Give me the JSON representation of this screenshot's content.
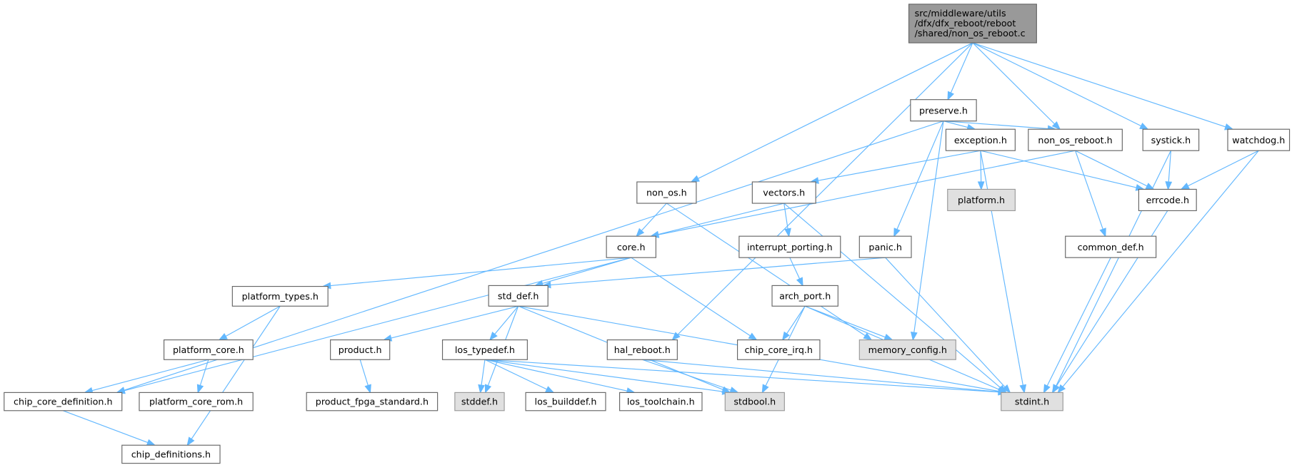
{
  "graph": {
    "root_lines": [
      "src/middleware/utils",
      "/dfx/dfx_reboot/reboot",
      "/shared/non_os_reboot.c"
    ],
    "nodes": {
      "preserve": "preserve.h",
      "exception": "exception.h",
      "non_os_reboot": "non_os_reboot.h",
      "systick": "systick.h",
      "watchdog": "watchdog.h",
      "platform": "platform.h",
      "errcode": "errcode.h",
      "non_os": "non_os.h",
      "vectors": "vectors.h",
      "core": "core.h",
      "interrupt_porting": "interrupt_porting.h",
      "panic": "panic.h",
      "common_def": "common_def.h",
      "platform_types": "platform_types.h",
      "std_def": "std_def.h",
      "arch_port": "arch_port.h",
      "platform_core": "platform_core.h",
      "product": "product.h",
      "los_typedef": "los_typedef.h",
      "hal_reboot": "hal_reboot.h",
      "chip_core_irq": "chip_core_irq.h",
      "memory_config": "memory_config.h",
      "chip_core_definition": "chip_core_definition.h",
      "platform_core_rom": "platform_core_rom.h",
      "product_fpga_standard": "product_fpga_standard.h",
      "stddef": "stddef.h",
      "los_builddef": "los_builddef.h",
      "los_toolchain": "los_toolchain.h",
      "stdbool": "stdbool.h",
      "stdint": "stdint.h",
      "chip_definitions": "chip_definitions.h"
    },
    "external_nodes": [
      "platform",
      "memory_config",
      "stddef",
      "stdbool",
      "stdint"
    ],
    "edges": [
      [
        "root",
        "preserve"
      ],
      [
        "root",
        "non_os_reboot"
      ],
      [
        "root",
        "systick"
      ],
      [
        "root",
        "watchdog"
      ],
      [
        "root",
        "non_os"
      ],
      [
        "root",
        "hal_reboot"
      ],
      [
        "preserve",
        "exception"
      ],
      [
        "preserve",
        "non_os_reboot"
      ],
      [
        "preserve",
        "chip_core_definition"
      ],
      [
        "preserve",
        "panic"
      ],
      [
        "preserve",
        "memory_config"
      ],
      [
        "exception",
        "platform"
      ],
      [
        "exception",
        "errcode"
      ],
      [
        "exception",
        "stdint"
      ],
      [
        "exception",
        "vectors"
      ],
      [
        "non_os_reboot",
        "core"
      ],
      [
        "non_os_reboot",
        "errcode"
      ],
      [
        "non_os_reboot",
        "common_def"
      ],
      [
        "systick",
        "errcode"
      ],
      [
        "systick",
        "stdint"
      ],
      [
        "watchdog",
        "errcode"
      ],
      [
        "watchdog",
        "stdint"
      ],
      [
        "errcode",
        "stdint"
      ],
      [
        "common_def",
        "stdint"
      ],
      [
        "non_os",
        "core"
      ],
      [
        "non_os",
        "memory_config"
      ],
      [
        "vectors",
        "core"
      ],
      [
        "vectors",
        "interrupt_porting"
      ],
      [
        "vectors",
        "stdint"
      ],
      [
        "interrupt_porting",
        "arch_port"
      ],
      [
        "panic",
        "std_def"
      ],
      [
        "panic",
        "stdint"
      ],
      [
        "core",
        "std_def"
      ],
      [
        "core",
        "platform_types"
      ],
      [
        "core",
        "chip_core_definition"
      ],
      [
        "core",
        "chip_core_irq"
      ],
      [
        "platform_types",
        "platform_core"
      ],
      [
        "platform_types",
        "chip_definitions"
      ],
      [
        "platform_core",
        "chip_core_definition"
      ],
      [
        "platform_core",
        "platform_core_rom"
      ],
      [
        "chip_core_definition",
        "chip_definitions"
      ],
      [
        "std_def",
        "product"
      ],
      [
        "std_def",
        "los_typedef"
      ],
      [
        "std_def",
        "stddef"
      ],
      [
        "std_def",
        "stdbool"
      ],
      [
        "std_def",
        "stdint"
      ],
      [
        "product",
        "product_fpga_standard"
      ],
      [
        "los_typedef",
        "stddef"
      ],
      [
        "los_typedef",
        "los_builddef"
      ],
      [
        "los_typedef",
        "los_toolchain"
      ],
      [
        "los_typedef",
        "stdbool"
      ],
      [
        "los_typedef",
        "stdint"
      ],
      [
        "hal_reboot",
        "stdbool"
      ],
      [
        "hal_reboot",
        "stdint"
      ],
      [
        "arch_port",
        "chip_core_irq"
      ],
      [
        "arch_port",
        "memory_config"
      ],
      [
        "arch_port",
        "stdint"
      ],
      [
        "arch_port",
        "stdbool"
      ]
    ]
  }
}
